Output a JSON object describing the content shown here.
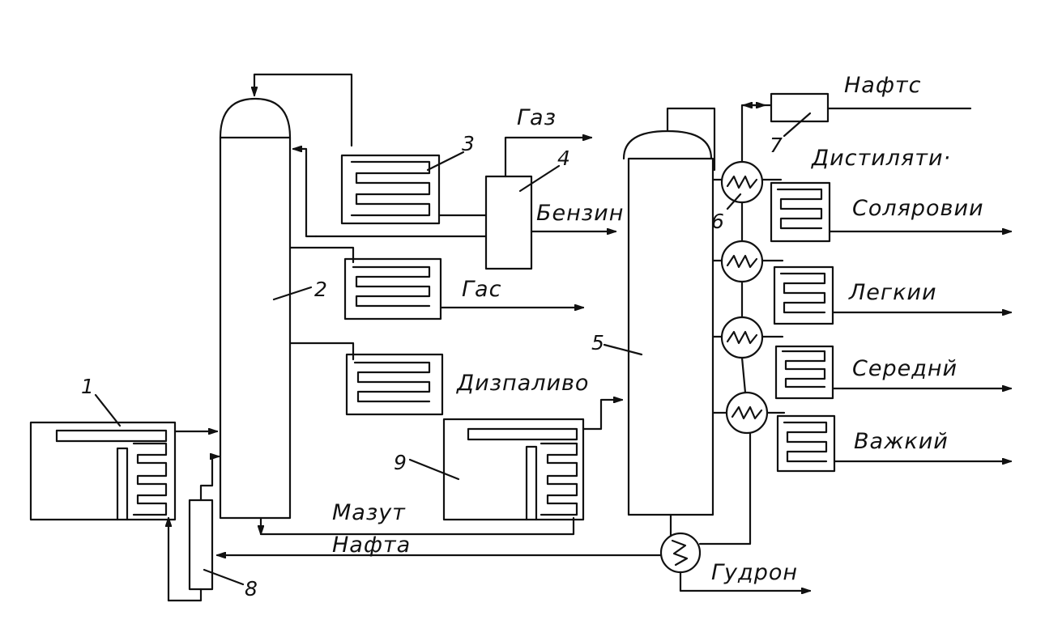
{
  "labels": {
    "gaz": "Газ",
    "benzin": "Бензин",
    "gas": "Гас",
    "dyzpalyvo": "Дизпаливо",
    "mazut": "Мазут",
    "nafta_bottom": "Нафта",
    "nafte_top": "Нафтс",
    "dystyliaty": "Дистиляти·",
    "soliarovii": "Соляровии",
    "lehkii": "Легкии",
    "serednii": "Середнй",
    "vazhkyi": "Важкий",
    "hudron": "Гудрон"
  },
  "numbers": {
    "n1": "1",
    "n2": "2",
    "n3": "3",
    "n4": "4",
    "n5": "5",
    "n6": "6",
    "n7": "7",
    "n8": "8",
    "n9": "9"
  }
}
